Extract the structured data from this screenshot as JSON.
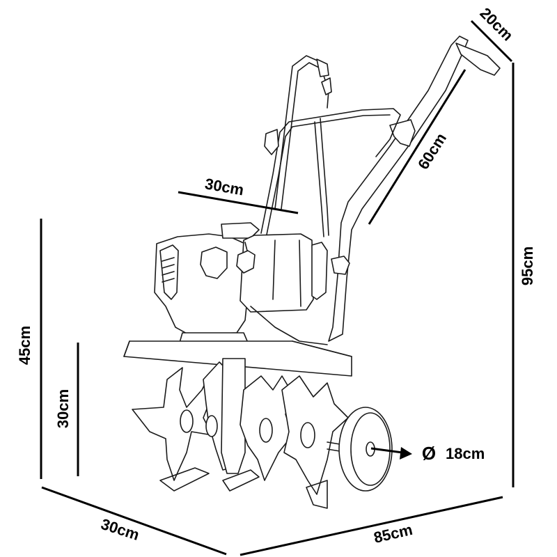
{
  "dimensions": {
    "handle_width": "20cm",
    "handle_length": "60cm",
    "tank_width": "30cm",
    "total_height": "95cm",
    "tiller_height": "45cm",
    "tine_height": "30cm",
    "depth": "30cm",
    "length": "85cm",
    "wheel_diameter": "18cm"
  },
  "symbols": {
    "diameter": "Ø"
  }
}
